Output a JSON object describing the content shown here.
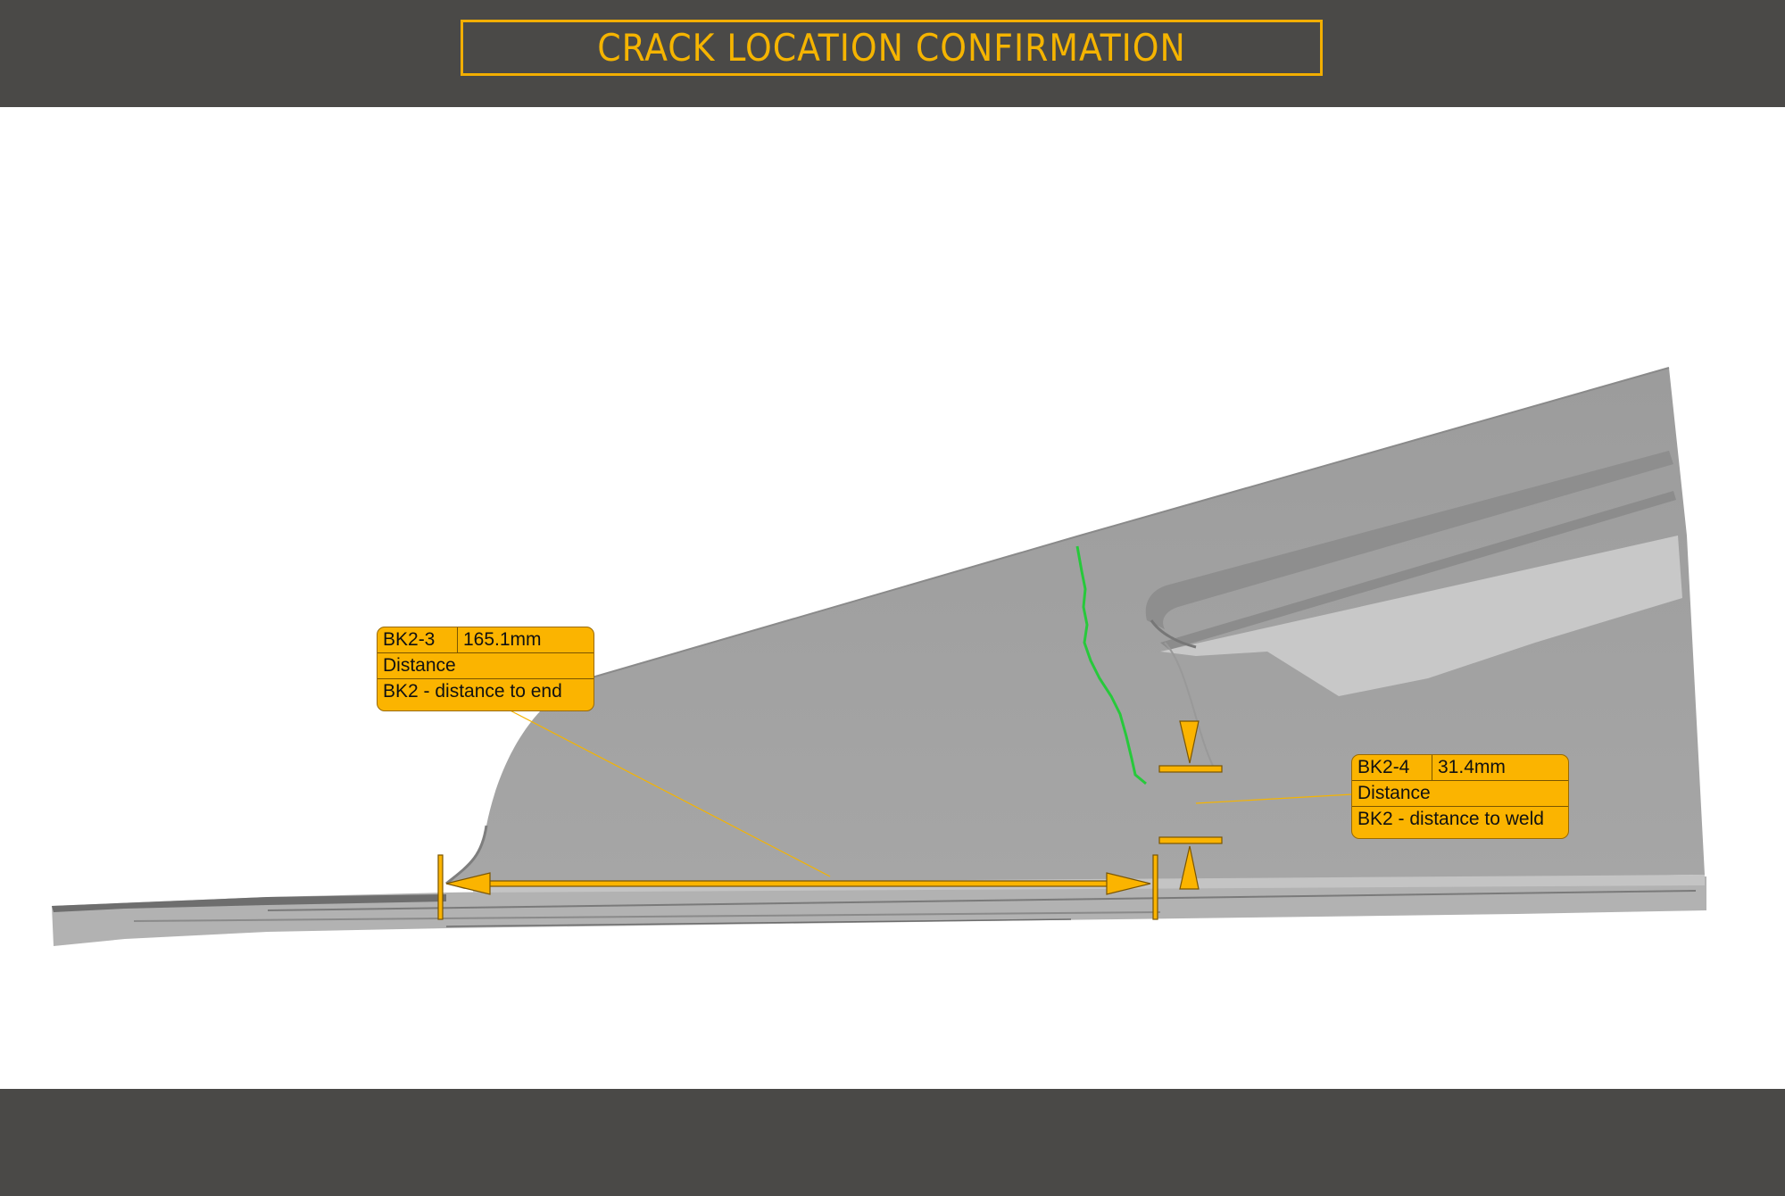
{
  "header": {
    "title": "CRACK LOCATION CONFIRMATION"
  },
  "colors": {
    "bar": "#4a4947",
    "accent": "#f5b400",
    "crack": "#27c93b",
    "part": "#a2a2a2"
  },
  "measurements": [
    {
      "id": "BK2-3",
      "value": "165.1mm",
      "type": "Distance",
      "description": "BK2 - distance to end"
    },
    {
      "id": "BK2-4",
      "value": "31.4mm",
      "type": "Distance",
      "description": "BK2 - distance to weld"
    }
  ]
}
